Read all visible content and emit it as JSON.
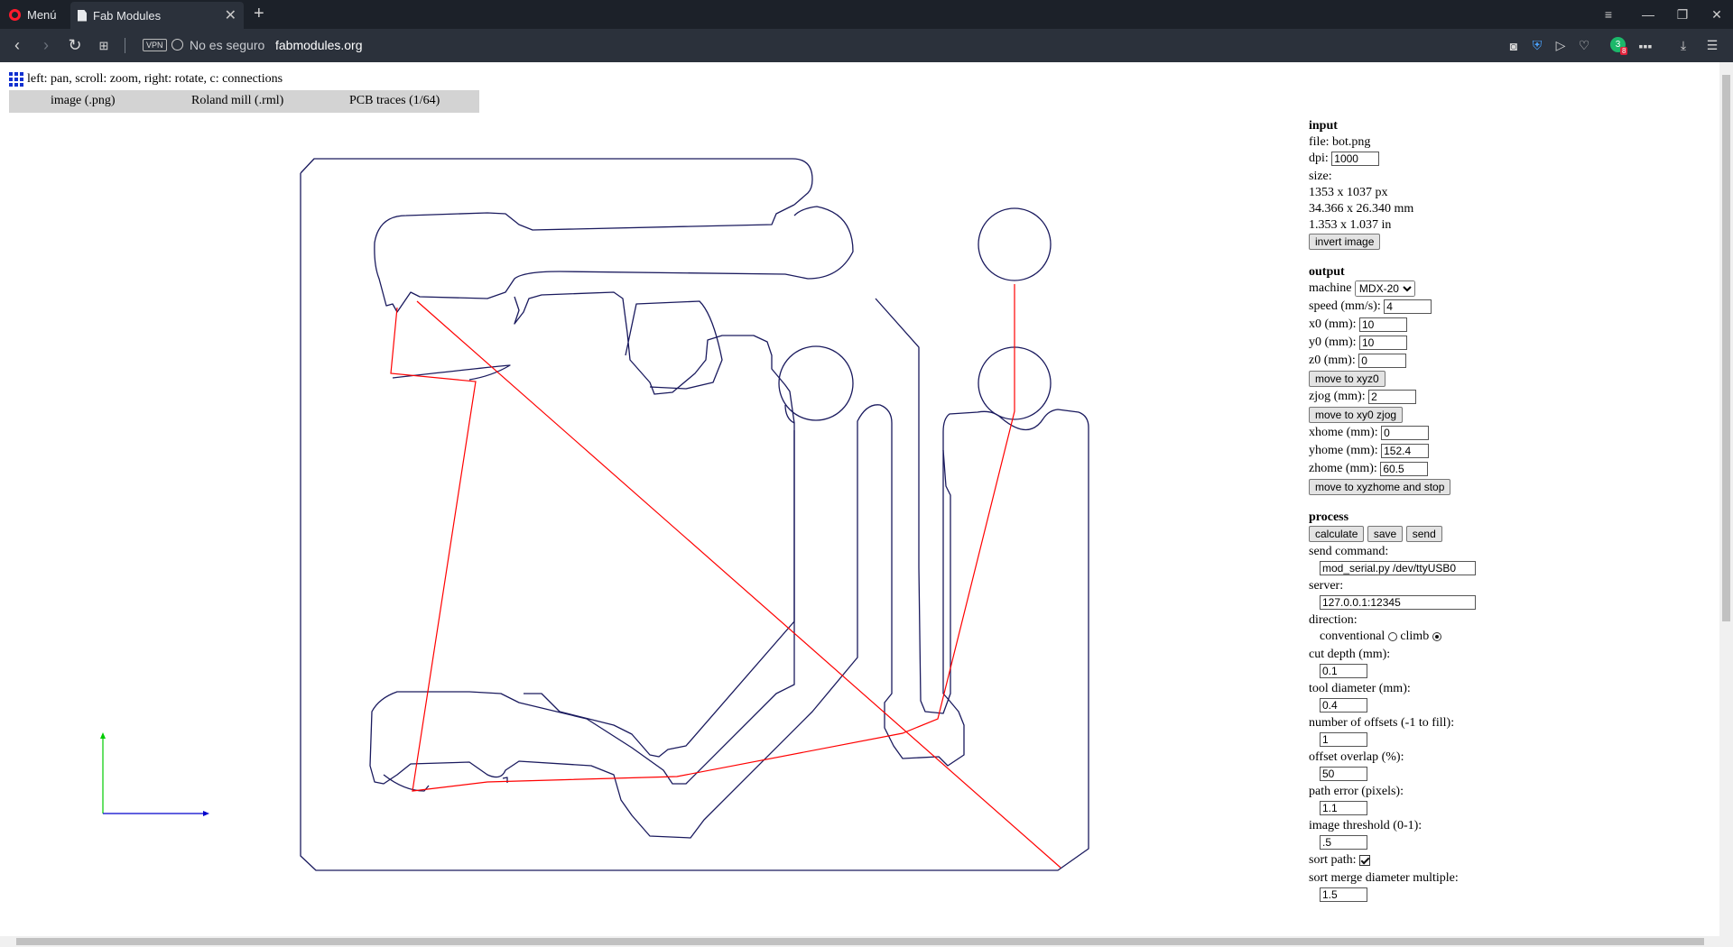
{
  "browser": {
    "menu_label": "Menú",
    "tab_title": "Fab Modules",
    "new_tab": "+",
    "security_label": "No es seguro",
    "url": "fabmodules.org",
    "vpn_label": "VPN",
    "extension_badge": "3",
    "extension_count": "8"
  },
  "page": {
    "status_text": "left: pan, scroll: zoom, right: rotate, c: connections",
    "menu": [
      "image (.png)",
      "Roland mill (.rml)",
      "PCB traces (1/64)"
    ]
  },
  "panel": {
    "input": {
      "heading": "input",
      "file_label": "file: bot.png",
      "dpi_label": "dpi:",
      "dpi_value": "1000",
      "size_label": "size:",
      "size_px": "1353 x 1037 px",
      "size_mm": "34.366 x 26.340 mm",
      "size_in": "1.353 x 1.037 in",
      "invert_button": "invert image"
    },
    "output": {
      "heading": "output",
      "machine_label": "machine",
      "machine_value": "MDX-20",
      "speed_label": "speed (mm/s):",
      "speed_value": "4",
      "x0_label": "x0 (mm):",
      "x0_value": "10",
      "y0_label": "y0 (mm):",
      "y0_value": "10",
      "z0_label": "z0 (mm):",
      "z0_value": "0",
      "move_xyz0_button": "move to xyz0",
      "zjog_label": "zjog (mm):",
      "zjog_value": "2",
      "move_xy0_zjog_button": "move to xy0 zjog",
      "xhome_label": "xhome (mm):",
      "xhome_value": "0",
      "yhome_label": "yhome (mm):",
      "yhome_value": "152.4",
      "zhome_label": "zhome (mm):",
      "zhome_value": "60.5",
      "move_home_button": "move to xyzhome and stop"
    },
    "process": {
      "heading": "process",
      "calculate_button": "calculate",
      "save_button": "save",
      "send_button": "send",
      "send_command_label": "send command:",
      "send_command_value": "mod_serial.py /dev/ttyUSB0",
      "server_label": "server:",
      "server_value": "127.0.0.1:12345",
      "direction_label": "direction:",
      "conventional_label": "conventional",
      "climb_label": "climb",
      "direction_selected": "climb",
      "cut_depth_label": "cut depth (mm):",
      "cut_depth_value": "0.1",
      "tool_diameter_label": "tool diameter (mm):",
      "tool_diameter_value": "0.4",
      "offsets_label": "number of offsets (-1 to fill):",
      "offsets_value": "1",
      "overlap_label": "offset overlap (%):",
      "overlap_value": "50",
      "path_error_label": "path error (pixels):",
      "path_error_value": "1.1",
      "threshold_label": "image threshold (0-1):",
      "threshold_value": ".5",
      "sort_path_label": "sort path:",
      "sort_path_checked": true,
      "sort_merge_label": "sort merge diameter multiple:",
      "sort_merge_value": "1.5"
    }
  },
  "colors": {
    "toolpath": "#1a1a5e",
    "jog": "#ff0000",
    "axis_x": "#0000cc",
    "axis_y": "#00cc00"
  }
}
